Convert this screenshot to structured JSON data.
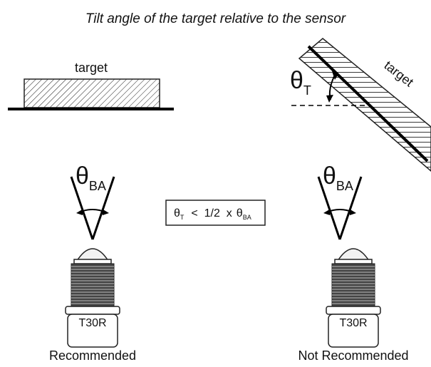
{
  "title": "Tilt angle of the target relative to the sensor",
  "left": {
    "target_label": "target",
    "angle_symbol": "θ",
    "angle_subscript": "BA",
    "sensor_model": "T30R",
    "caption": "Recommended"
  },
  "right": {
    "target_label": "target",
    "tilt_symbol": "θ",
    "tilt_subscript": "T",
    "angle_symbol": "θ",
    "angle_subscript": "BA",
    "sensor_model": "T30R",
    "caption": "Not Recommended"
  },
  "formula": {
    "theta1": "θ",
    "sub1": "T",
    "relation": "<  1/2  x",
    "theta2": "θ",
    "sub2": "BA"
  }
}
